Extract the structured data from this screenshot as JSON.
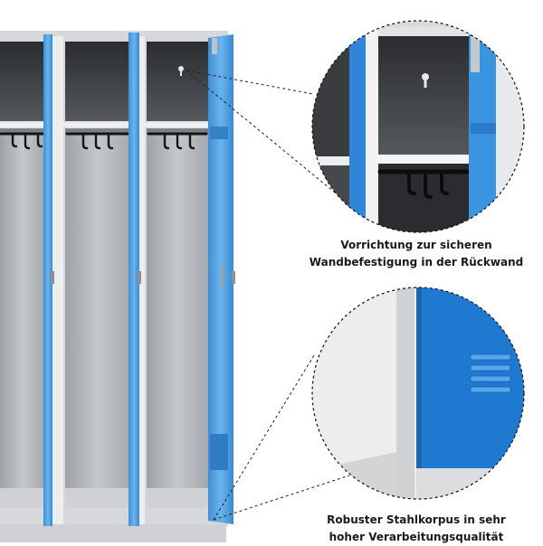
{
  "captions": {
    "wall_mounting": {
      "line1": "Vorrichtung zur sicheren",
      "line2": "Wandbefestigung in der Rückwand"
    },
    "steel_body": {
      "line1": "Robuster Stahlkorpus in sehr",
      "line2": "hoher Verarbeitungsqualität"
    }
  },
  "colors": {
    "door_blue": "#4a9fe0",
    "door_blue_dark": "#2f7fc4",
    "zoom_blue": "#1f79d1",
    "body_grey": "#d7d9dc",
    "interior_dark": "#2b2d30",
    "interior_back": "#b9bcc0"
  },
  "icons": {
    "mount_hole": "wall-mount-hole-icon",
    "coat_hook": "coat-hook-icon",
    "vent_slots": "ventilation-slots-icon"
  }
}
